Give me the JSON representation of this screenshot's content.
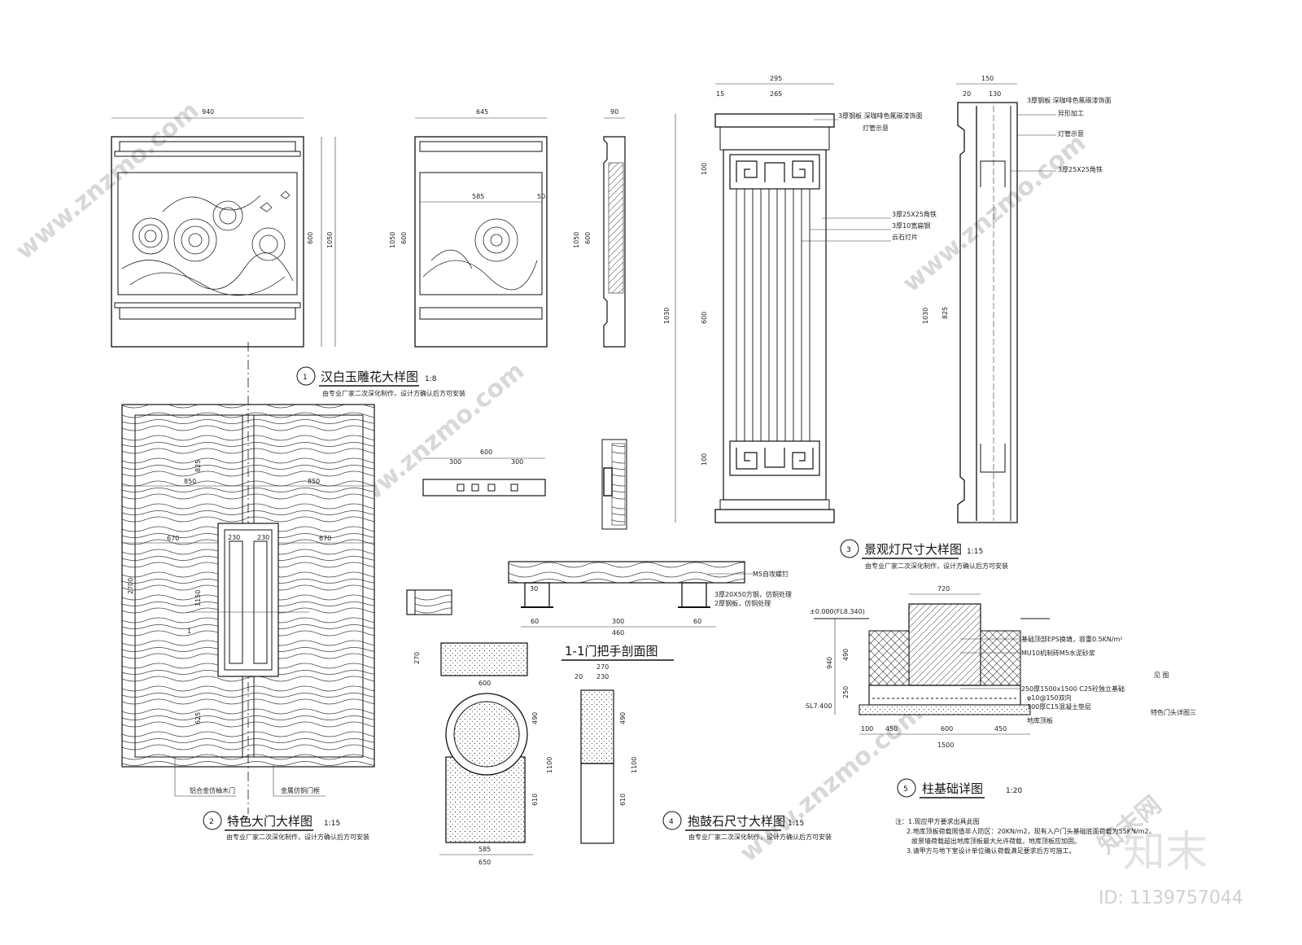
{
  "titles": {
    "t1": {
      "num": "1",
      "text": "汉白玉雕花大样图",
      "scale": "1:8",
      "note": "由专业厂家二次深化制作，设计方确认后方可安装"
    },
    "t2": {
      "num": "2",
      "text": "特色大门大样图",
      "scale": "1:15",
      "note": "由专业厂家二次深化制作，设计方确认后方可安装"
    },
    "t3": {
      "num": "3",
      "text": "景观灯尺寸大样图",
      "scale": "1:15",
      "note": "由专业厂家二次深化制作，设计方确认后方可安装"
    },
    "t4": {
      "num": "4",
      "text": "抱鼓石尺寸大样图",
      "scale": "1:15",
      "note": "由专业厂家二次深化制作，设计方确认后方可安装"
    },
    "t5": {
      "num": "5",
      "text": "柱基础详图",
      "scale": "1:20"
    },
    "section": "1-1门把手剖面图"
  },
  "dims": {
    "d940": "940",
    "d645": "645",
    "d585": "585",
    "d50": "50",
    "d90": "90",
    "d1050a": "1050",
    "d1050b": "1050",
    "d1050c": "1050",
    "d600a": "600",
    "d600b": "600",
    "d600c": "600",
    "d295": "295",
    "d265": "265",
    "d15": "15",
    "d150": "150",
    "d20": "20",
    "d130": "130",
    "d1030a": "1030",
    "d1030b": "1030",
    "d100a": "100",
    "d100b": "100",
    "d600l": "600",
    "d825": "825",
    "h600": "600",
    "h300a": "300",
    "h300b": "300",
    "g825": "825",
    "g850a": "850",
    "g850b": "850",
    "g670a": "670",
    "g670b": "670",
    "g2700": "2700",
    "g1150": "1150",
    "g625": "625",
    "g230a": "230",
    "g230b": "230",
    "g1": "1",
    "s460": "460",
    "s300": "300",
    "s60a": "60",
    "s60b": "60",
    "s30": "30",
    "b270a": "270",
    "b600": "600",
    "b490": "490",
    "b1100": "1100",
    "b610": "610",
    "b585": "585",
    "b650": "650",
    "c270": "270",
    "c230": "230",
    "c20": "20",
    "c490": "490",
    "c1100": "1100",
    "c610": "610",
    "f720": "720",
    "f940": "940",
    "f490": "490",
    "f250": "250",
    "f100": "100",
    "f450a": "450",
    "f600": "600",
    "f450b": "450",
    "f1500": "1500",
    "lev1": "±0.000(FL8.340)",
    "lev2": "SL7.400"
  },
  "annotations": {
    "lamp1": "3厚钢板 深咖啡色氟碳漆饰面",
    "lamp2": "灯管示意",
    "lamp3": "3厚25X25角铁",
    "lamp4": "3厚10宽扁钢",
    "lamp5": "云石灯片",
    "side1": "3厚钢板 深咖啡色氟碳漆饰面",
    "side2": "异形加工",
    "side3": "灯管示意",
    "side4": "3厚25X25角铁",
    "door1": "铝合金仿柚木门",
    "door2": "金属仿铜门框",
    "sec1": "M5自攻螺钉",
    "sec2": "3厚20X50方钢，仿铜处理",
    "sec3": "2厚钢板，仿铜处理",
    "fd1": "基础顶部EPS换填，容重0.5KN/m²",
    "fd2": "MU10机制砖M5水泥砂浆",
    "fd3": "250厚1500x1500 C25砼独立基础",
    "fd4": "φ10@150双向",
    "fd5": "100厚C15混凝土垫层",
    "fd6": "地库顶板",
    "see": "见 图",
    "sheet": "特色门头详图三"
  },
  "notes": [
    "注：1.现应甲方要求出具此图",
    "2.地库顶板荷载限值非人防区：20KN/m2，现有入户门头基础底面荷载为55KN/m2。",
    "故景墙荷载超出地库顶板最大允许荷载，地库顶板应加固。",
    "3.请甲方与地下室设计单位确认荷载满足要求后方可施工。"
  ],
  "watermark": {
    "site": "www.znzmo.com",
    "brand": "知末网",
    "logo": "知末",
    "id": "ID: 1139757044"
  }
}
